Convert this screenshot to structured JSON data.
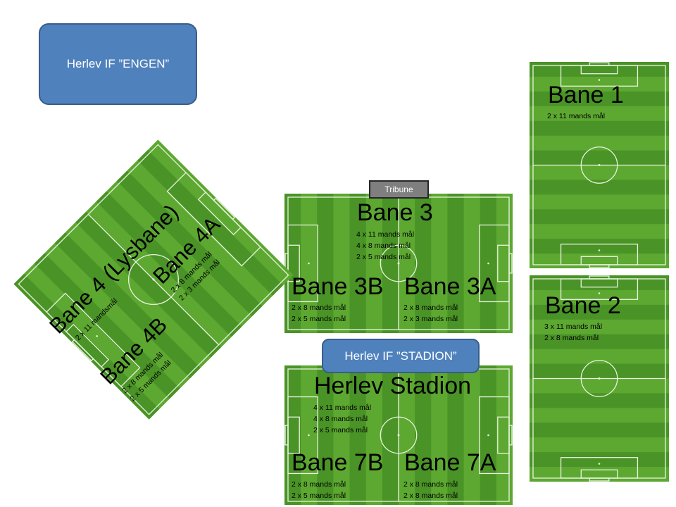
{
  "colors": {
    "grass_light": "#5da831",
    "grass_dark": "#4a9326",
    "line": "#e8f3e0",
    "box_fill": "#4f81bd",
    "box_border": "#385d8a",
    "tribune": "#7f7f7f"
  },
  "boxes": {
    "engen": "Herlev IF ”ENGEN”",
    "stadion": "Herlev IF ”STADION”",
    "tribune": "Tribune"
  },
  "fields": {
    "bane1": {
      "name": "Bane 1",
      "goals": [
        "2 x 11 mands mål"
      ]
    },
    "bane2": {
      "name": "Bane 2",
      "goals": [
        "3 x 11 mands mål",
        "2 x 8 mands mål"
      ]
    },
    "bane3": {
      "name": "Bane 3",
      "goals": [
        "4 x 11 mands mål",
        "4 x 8 mands mål",
        "2 x 5 mands mål"
      ]
    },
    "bane3b": {
      "name": "Bane 3B",
      "goals": [
        "2 x 8 mands mål",
        "2 x 5 mands mål"
      ]
    },
    "bane3a": {
      "name": "Bane 3A",
      "goals": [
        "2 x 8 mands mål",
        "2 x 3 mands mål"
      ]
    },
    "stadion": {
      "name": "Herlev Stadion",
      "goals": [
        "4 x 11 mands mål",
        "4 x 8 mands mål",
        "2 x 5 mands mål"
      ]
    },
    "bane7b": {
      "name": "Bane 7B",
      "goals": [
        "2 x 8 mands mål",
        "2 x 5 mands mål"
      ]
    },
    "bane7a": {
      "name": "Bane 7A",
      "goals": [
        "2 x 8 mands mål",
        "2 x 8 mands mål"
      ]
    },
    "bane4": {
      "name": "Bane 4 (Lysbane)",
      "goals": [
        "2 x 11 mandsmål"
      ]
    },
    "bane4b": {
      "name": "Bane 4B",
      "goals": [
        "2 x 8 mands mål",
        "2 x 5 mands mål"
      ]
    },
    "bane4a": {
      "name": "Bane 4A",
      "goals": [
        "2 x 8 mands mål",
        "2 x 3 mands mål"
      ]
    }
  }
}
